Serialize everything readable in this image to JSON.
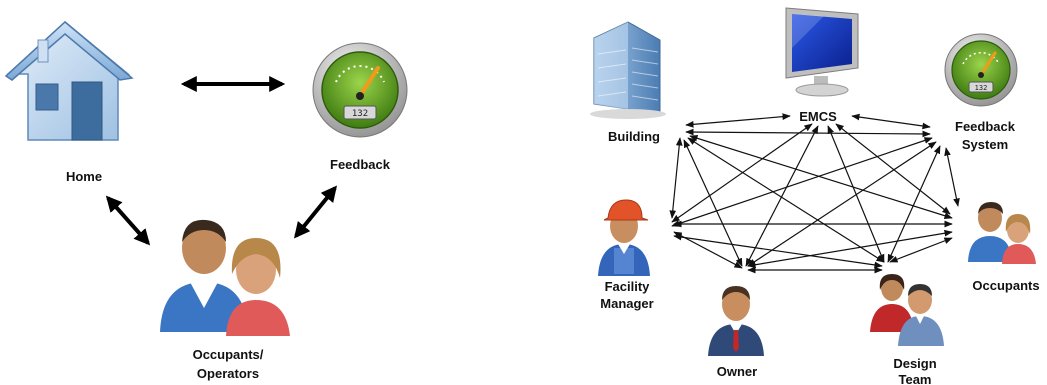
{
  "left_diagram": {
    "nodes": {
      "home": {
        "label": "Home",
        "icon": "house-icon"
      },
      "feedback": {
        "label": "Feedback",
        "icon": "gauge-icon",
        "readout": "132"
      },
      "occupants": {
        "label_line1": "Occupants/",
        "label_line2": "Operators",
        "icon": "people-icon"
      }
    }
  },
  "right_diagram": {
    "nodes": {
      "building": {
        "label": "Building",
        "icon": "building-icon"
      },
      "emcs": {
        "label": "EMCS",
        "icon": "monitor-icon"
      },
      "feedback_system": {
        "label_line1": "Feedback",
        "label_line2": "System",
        "icon": "gauge-icon",
        "readout": "132"
      },
      "facility_manager": {
        "label_line1": "Facility",
        "label_line2": "Manager",
        "icon": "worker-icon"
      },
      "occupants": {
        "label": "Occupants",
        "icon": "people-icon"
      },
      "owner": {
        "label": "Owner",
        "icon": "businessman-icon"
      },
      "design_team": {
        "label_line1": "Design",
        "label_line2": "Team",
        "icon": "team-icon"
      }
    }
  },
  "colors": {
    "arrow": "#000000",
    "gauge_face": "#5a9a1c",
    "gauge_rim": "#9a9a9a",
    "house_blue": "#9cc2e6",
    "building_blue": "#6f9fcf",
    "person_blue": "#3b76c4",
    "person_red": "#e05a5a",
    "hard_hat": "#e2532a"
  }
}
